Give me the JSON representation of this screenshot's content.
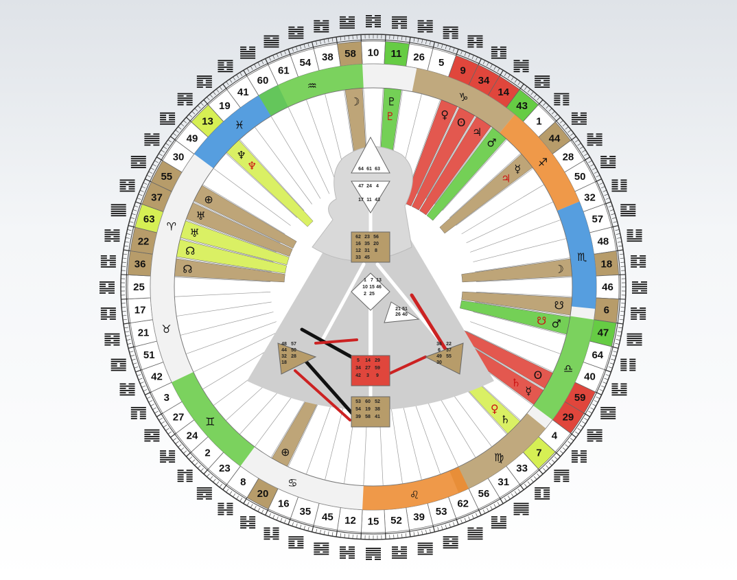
{
  "colors": {
    "tan": "#b79c6a",
    "green": "#66cc44",
    "lime": "#d6ef54",
    "red": "#e0463c",
    "orange": "#ee8a2c",
    "blue": "#3b8fdc",
    "sign_ring_base": "#f2f2f2"
  },
  "outer_gates": [
    {
      "n": "10",
      "hl": ""
    },
    {
      "n": "11",
      "hl": "green"
    },
    {
      "n": "26",
      "hl": ""
    },
    {
      "n": "5",
      "hl": ""
    },
    {
      "n": "9",
      "hl": "red"
    },
    {
      "n": "34",
      "hl": "red"
    },
    {
      "n": "14",
      "hl": "red"
    },
    {
      "n": "43",
      "hl": "green"
    },
    {
      "n": "1",
      "hl": ""
    },
    {
      "n": "44",
      "hl": "tan"
    },
    {
      "n": "28",
      "hl": ""
    },
    {
      "n": "50",
      "hl": ""
    },
    {
      "n": "32",
      "hl": ""
    },
    {
      "n": "57",
      "hl": ""
    },
    {
      "n": "48",
      "hl": ""
    },
    {
      "n": "18",
      "hl": "tan"
    },
    {
      "n": "46",
      "hl": ""
    },
    {
      "n": "6",
      "hl": "tan"
    },
    {
      "n": "47",
      "hl": "green"
    },
    {
      "n": "64",
      "hl": ""
    },
    {
      "n": "40",
      "hl": ""
    },
    {
      "n": "59",
      "hl": "red"
    },
    {
      "n": "29",
      "hl": "red"
    },
    {
      "n": "4",
      "hl": ""
    },
    {
      "n": "7",
      "hl": "lime"
    },
    {
      "n": "33",
      "hl": ""
    },
    {
      "n": "31",
      "hl": ""
    },
    {
      "n": "56",
      "hl": ""
    },
    {
      "n": "62",
      "hl": ""
    },
    {
      "n": "53",
      "hl": ""
    },
    {
      "n": "39",
      "hl": ""
    },
    {
      "n": "52",
      "hl": ""
    },
    {
      "n": "15",
      "hl": ""
    },
    {
      "n": "12",
      "hl": ""
    },
    {
      "n": "45",
      "hl": ""
    },
    {
      "n": "35",
      "hl": ""
    },
    {
      "n": "16",
      "hl": ""
    },
    {
      "n": "20",
      "hl": "tan"
    },
    {
      "n": "8",
      "hl": ""
    },
    {
      "n": "23",
      "hl": ""
    },
    {
      "n": "2",
      "hl": ""
    },
    {
      "n": "24",
      "hl": ""
    },
    {
      "n": "27",
      "hl": ""
    },
    {
      "n": "3",
      "hl": ""
    },
    {
      "n": "42",
      "hl": ""
    },
    {
      "n": "51",
      "hl": ""
    },
    {
      "n": "21",
      "hl": ""
    },
    {
      "n": "17",
      "hl": ""
    },
    {
      "n": "25",
      "hl": ""
    },
    {
      "n": "36",
      "hl": "tan"
    },
    {
      "n": "22",
      "hl": "tan"
    },
    {
      "n": "63",
      "hl": "lime"
    },
    {
      "n": "37",
      "hl": "tan"
    },
    {
      "n": "55",
      "hl": "tan"
    },
    {
      "n": "30",
      "hl": ""
    },
    {
      "n": "49",
      "hl": ""
    },
    {
      "n": "13",
      "hl": "lime"
    },
    {
      "n": "19",
      "hl": ""
    },
    {
      "n": "41",
      "hl": ""
    },
    {
      "n": "60",
      "hl": ""
    },
    {
      "n": "61",
      "hl": ""
    },
    {
      "n": "54",
      "hl": ""
    },
    {
      "n": "38",
      "hl": ""
    },
    {
      "n": "58",
      "hl": "tan"
    }
  ],
  "zodiac_signs": [
    {
      "glyph": "♑",
      "at": 4.5,
      "color": "tan"
    },
    {
      "glyph": "♐",
      "at": 9.5,
      "color": "orange"
    },
    {
      "glyph": "♏",
      "at": 14.5,
      "color": "blue"
    },
    {
      "glyph": "♎",
      "at": 20.0,
      "color": "green"
    },
    {
      "glyph": "♍",
      "at": 25.5,
      "color": "tan"
    },
    {
      "glyph": "♌",
      "at": 30.0,
      "color": "orange"
    },
    {
      "glyph": "♋",
      "at": 36.0,
      "color": ""
    },
    {
      "glyph": "♊",
      "at": 41.0,
      "color": "green"
    },
    {
      "glyph": "♉",
      "at": 46.0,
      "color": ""
    },
    {
      "glyph": "♈",
      "at": 51.0,
      "color": ""
    },
    {
      "glyph": "♓",
      "at": 57.0,
      "color": "blue"
    },
    {
      "glyph": "♒",
      "at": 61.0,
      "color": "green"
    }
  ],
  "planet_wedges": [
    {
      "gate": "11",
      "color": "green",
      "glyphs": [
        "♇",
        "♇"
      ]
    },
    {
      "gate": "9",
      "color": "red",
      "glyphs": [
        "♀"
      ]
    },
    {
      "gate": "34",
      "color": "red",
      "glyphs": [
        "ʘ"
      ]
    },
    {
      "gate": "14",
      "color": "red",
      "glyphs": [
        "♃"
      ]
    },
    {
      "gate": "43",
      "color": "green",
      "glyphs": [
        "♂"
      ]
    },
    {
      "gate": "44",
      "color": "tan",
      "glyphs": [
        "☿",
        "♃"
      ]
    },
    {
      "gate": "18",
      "color": "tan",
      "glyphs": [
        "☽"
      ]
    },
    {
      "gate": "6",
      "color": "tan",
      "glyphs": [
        "☋"
      ]
    },
    {
      "gate": "47",
      "color": "green",
      "glyphs": [
        "♂",
        "☋"
      ]
    },
    {
      "gate": "59",
      "color": "red",
      "glyphs": [
        "ʘ"
      ]
    },
    {
      "gate": "29",
      "color": "red",
      "glyphs": [
        "☿",
        "♄"
      ]
    },
    {
      "gate": "7",
      "color": "lime",
      "glyphs": [
        "♄",
        "♀"
      ]
    },
    {
      "gate": "20",
      "color": "tan",
      "glyphs": [
        "⊕"
      ]
    },
    {
      "gate": "36",
      "color": "tan",
      "glyphs": [
        "☊"
      ]
    },
    {
      "gate": "22",
      "color": "lime",
      "glyphs": [
        "☊"
      ]
    },
    {
      "gate": "63",
      "color": "lime",
      "glyphs": [
        "♅"
      ]
    },
    {
      "gate": "37",
      "color": "tan",
      "glyphs": [
        "♅"
      ]
    },
    {
      "gate": "55",
      "color": "tan",
      "glyphs": [
        "⊕"
      ]
    },
    {
      "gate": "13",
      "color": "lime",
      "glyphs": [
        "♆",
        "♆"
      ]
    },
    {
      "gate": "58",
      "color": "tan",
      "glyphs": [
        "☽"
      ]
    }
  ],
  "bodygraph": {
    "head_gates": [
      "64",
      "61",
      "63"
    ],
    "ajna_gates": [
      "47",
      "24",
      "4",
      "17",
      "11",
      "43"
    ],
    "throat_gates": [
      "62",
      "23",
      "56",
      "16",
      "35",
      "20",
      "12",
      "31",
      "8",
      "33",
      "45"
    ],
    "g_gates": [
      "1",
      "7",
      "13",
      "10",
      "15",
      "46",
      "2",
      "25"
    ],
    "ego_gates": [
      "21",
      "51",
      "26",
      "40"
    ],
    "sacral_gates": [
      "5",
      "14",
      "29",
      "34",
      "27",
      "59",
      "42",
      "3",
      "9"
    ],
    "root_gates": [
      "53",
      "60",
      "52",
      "54",
      "19",
      "38",
      "39",
      "58",
      "41"
    ],
    "spleen_gates": [
      "48",
      "57",
      "44",
      "50",
      "32",
      "28",
      "18"
    ],
    "solar_gates": [
      "36",
      "22",
      "6",
      "37",
      "49",
      "55",
      "30"
    ]
  }
}
